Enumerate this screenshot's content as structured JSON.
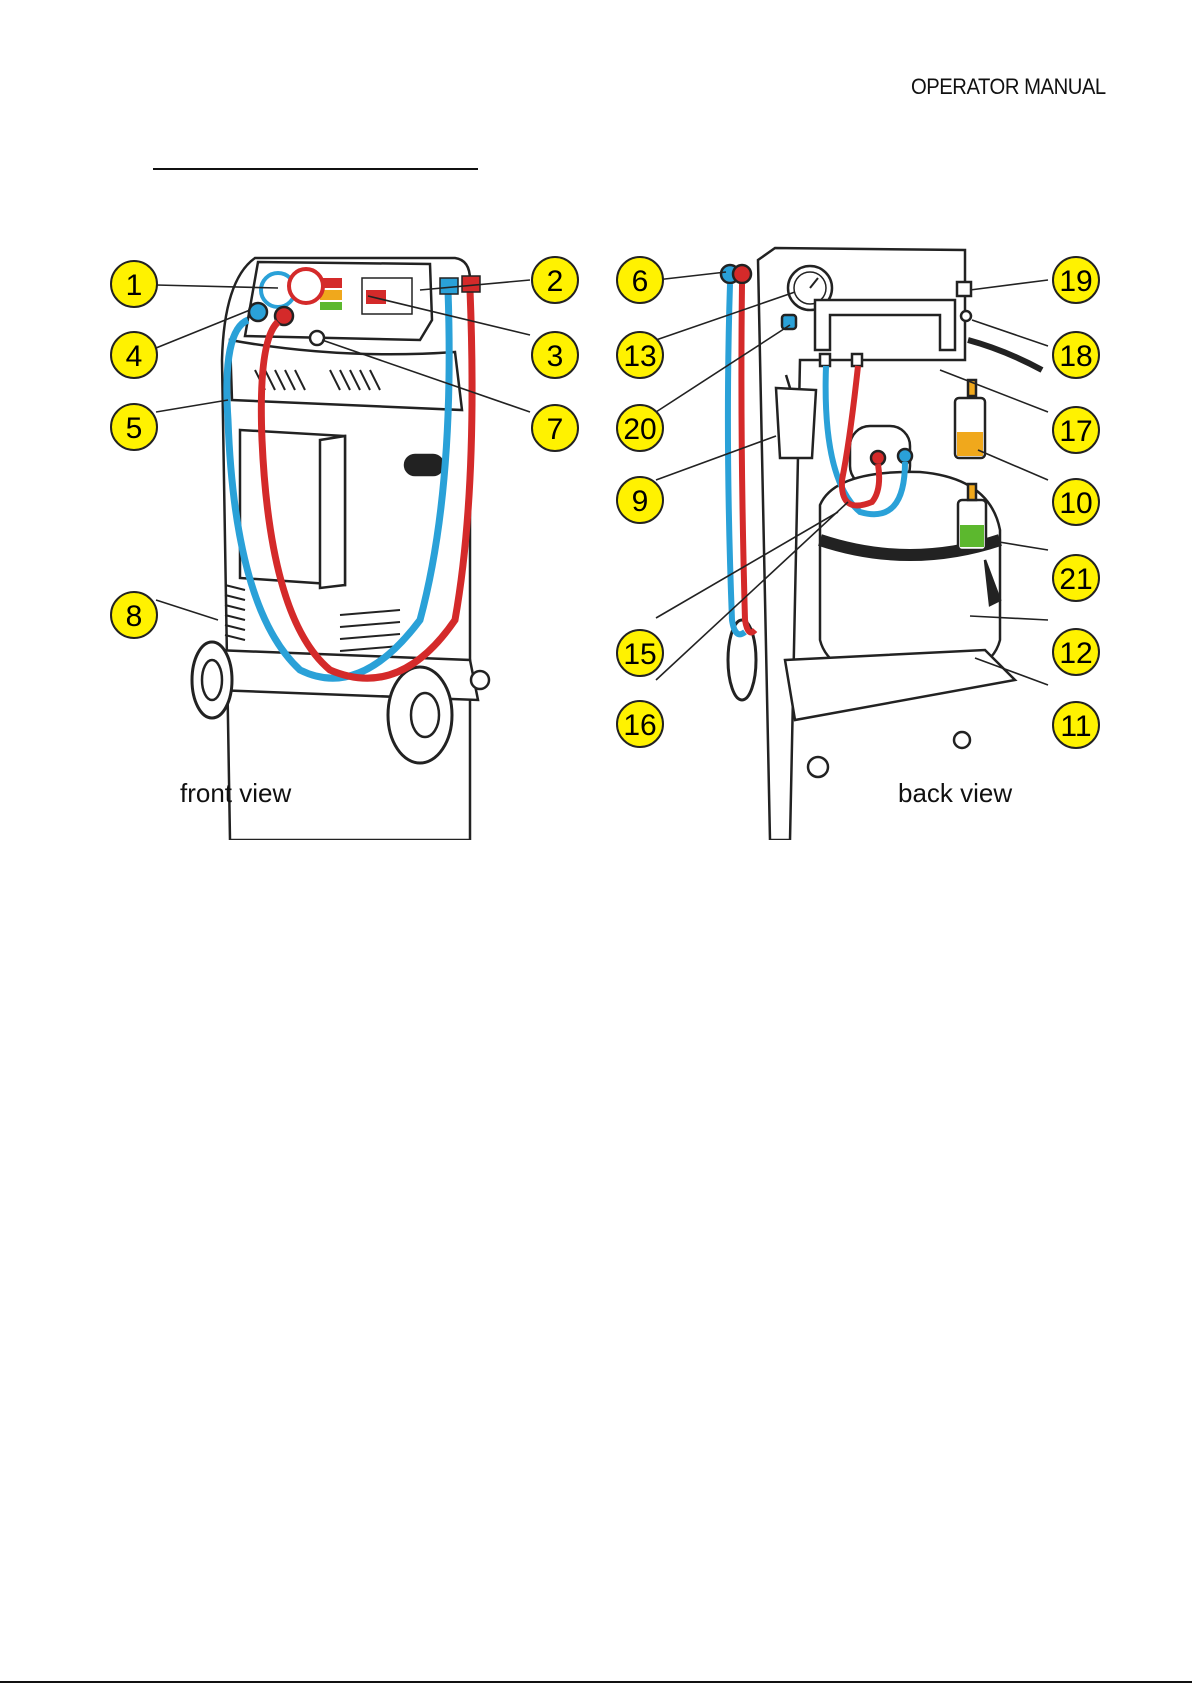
{
  "header": {
    "title": "OPERATOR MANUAL"
  },
  "figure": {
    "front_label": "front view",
    "back_label": "back view",
    "colors": {
      "callout_fill": "#fff200",
      "hose_blue": "#2aa1d8",
      "hose_red": "#d42a2a",
      "oil_amber": "#f0a81c",
      "oil_green": "#5cb82e",
      "outline": "#222222"
    },
    "callouts": [
      {
        "id": "c1",
        "label": "1"
      },
      {
        "id": "c2",
        "label": "2"
      },
      {
        "id": "c3",
        "label": "3"
      },
      {
        "id": "c4",
        "label": "4"
      },
      {
        "id": "c5",
        "label": "5"
      },
      {
        "id": "c6",
        "label": "6"
      },
      {
        "id": "c7",
        "label": "7"
      },
      {
        "id": "c8",
        "label": "8"
      },
      {
        "id": "c9",
        "label": "9"
      },
      {
        "id": "c10",
        "label": "10"
      },
      {
        "id": "c11",
        "label": "11"
      },
      {
        "id": "c12",
        "label": "12"
      },
      {
        "id": "c13",
        "label": "13"
      },
      {
        "id": "c15",
        "label": "15"
      },
      {
        "id": "c16",
        "label": "16"
      },
      {
        "id": "c17",
        "label": "17"
      },
      {
        "id": "c18",
        "label": "18"
      },
      {
        "id": "c19",
        "label": "19"
      },
      {
        "id": "c20",
        "label": "20"
      },
      {
        "id": "c21",
        "label": "21"
      }
    ]
  }
}
